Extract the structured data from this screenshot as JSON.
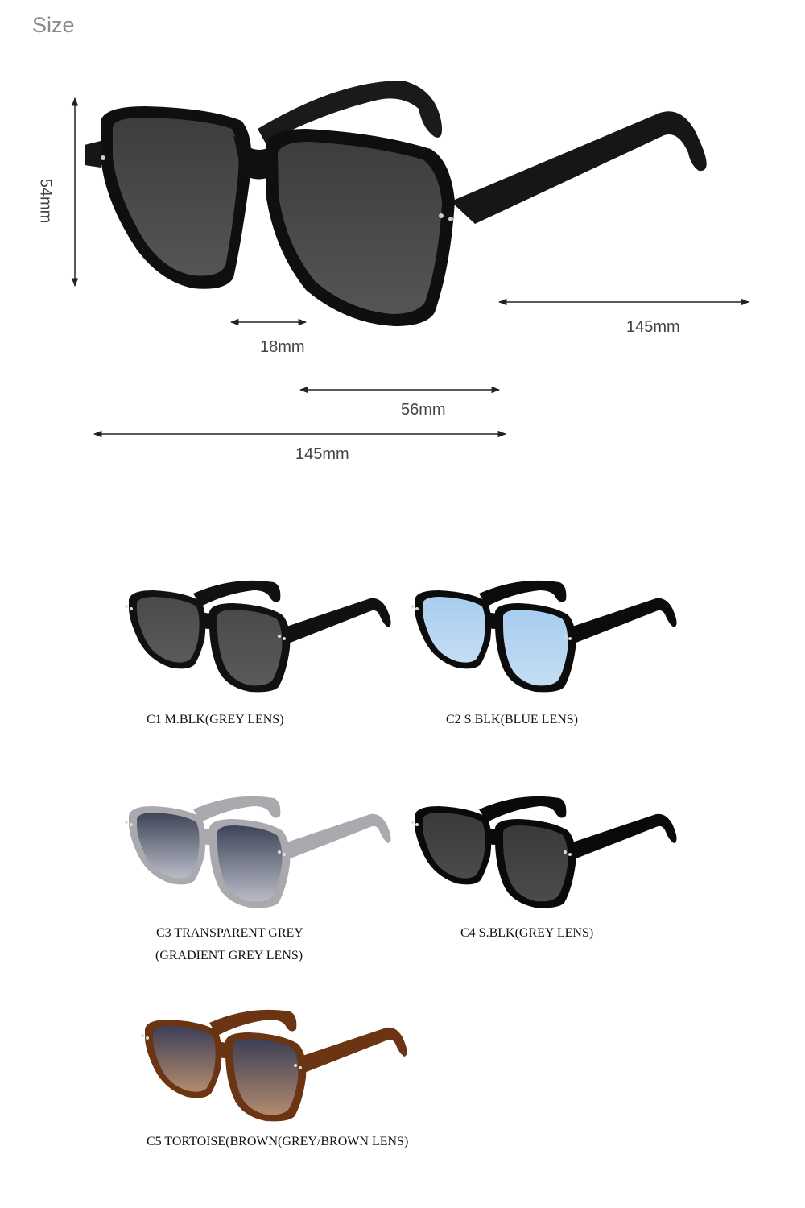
{
  "title": "Size",
  "dimensions": {
    "height": "54mm",
    "bridge": "18mm",
    "lens_width": "56mm",
    "frame_width": "145mm",
    "temple_length": "145mm"
  },
  "variants": [
    {
      "label": "C1 M.BLK(GREY LENS)",
      "frame": "#111111",
      "lens": "#4a4a4a",
      "lens2": "#5a5a5a"
    },
    {
      "label": "C2 S.BLK(BLUE LENS)",
      "frame": "#0c0c0c",
      "lens": "#a8cdef",
      "lens2": "#c4ddf4"
    },
    {
      "label_line1": "C3 TRANSPARENT GREY",
      "label_line2": "(GRADIENT GREY LENS)",
      "frame": "#a9a9ae",
      "lens": "#3e4458",
      "lens2": "#b9bcc6"
    },
    {
      "label": "C4 S.BLK(GREY LENS)",
      "frame": "#0a0a0a",
      "lens": "#3a3a3a",
      "lens2": "#4b4b4b"
    },
    {
      "label": "C5 TORTOISE(BROWN(GREY/BROWN LENS)",
      "frame": "#6b3412",
      "lens": "#3b3f57",
      "lens2": "#b28a6e"
    }
  ]
}
